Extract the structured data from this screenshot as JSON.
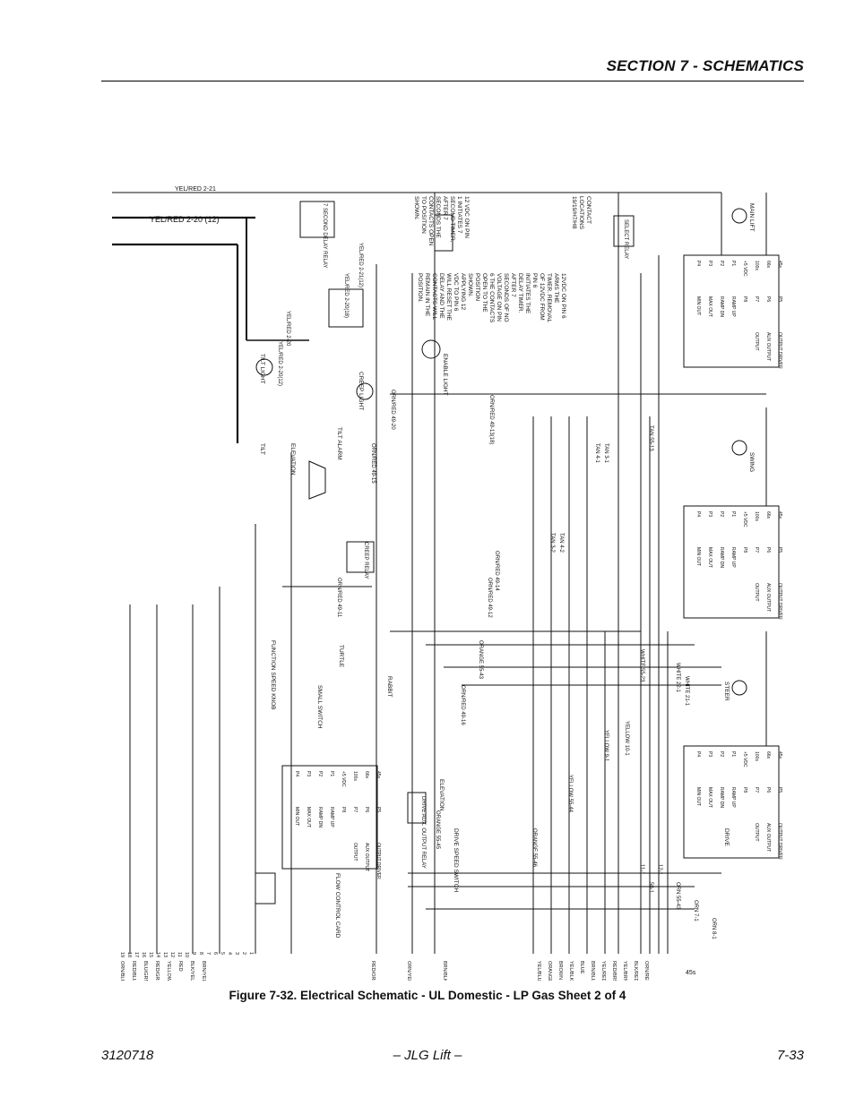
{
  "header": {
    "section_title": "SECTION 7 - SCHEMATICS"
  },
  "figure": {
    "caption": "Figure 7-32.  Electrical Schematic - UL Domestic - LP Gas Sheet 2 of 4",
    "top_wire_labels": [
      "YEL/RED 2-21",
      "YEL/RED 2-20 (12)"
    ],
    "relay_labels": [
      "7 SECOND DELAY RELAY",
      "SELECT RELAY",
      "CREEP RELAY",
      "DRIVE AUX. OUTPUT RELAY"
    ],
    "wire_labels": [
      "YEL/RED 2-21(12)",
      "YEL/RED 2-20(18)",
      "YEL/RED 2-20",
      "YEL/RED 2-20(12)",
      "ORN/RED 49-20",
      "ORN/RED 49-13(18)",
      "ORN/RED 49-15",
      "ORN/RED 49-11",
      "ORN/RED 49-14",
      "ORN/RED 49-12",
      "ORN/RED 49-16",
      "ORANGE 55-43",
      "ORANGE 55-45",
      "ORANGE 55-46",
      "WHITE 55-23",
      "WHITE 22-1",
      "WHITE 21-1",
      "YELLOW 9-1",
      "YELLOW 10-1",
      "YELLOW 55-44",
      "TAN 55-13",
      "TAN 3-2",
      "TAN 4-2",
      "TAN 3-1",
      "TAN 4-1",
      "ORN 55-43",
      "ORN 7-1",
      "ORN 8-1",
      "50-1",
      "11-1",
      "12-1"
    ],
    "function_labels": [
      "MAIN LIFT",
      "SWING",
      "STEER",
      "DRIVE",
      "TILT LIGHT",
      "CREEP LIGHT",
      "TILT ALARM",
      "ENABLE LIGHT",
      "TILT",
      "ELEVATION",
      "TURTLE",
      "RABBIT",
      "FUNCTION SPEED KNOB",
      "SMALL SWITCH",
      "FLOW CONTROL CARD",
      "ELEVATION",
      "DRIVE SPEED SWITCH"
    ],
    "notes": [
      "12 VDC ON PIN 1 INITIATES 7 SECOND TIMER, AFTER 7 SECONDS THE CONTACTS OPEN TO POSITION SHOWN.",
      "12VDC ON PIN 6 ARMS THE TIMER. REMOVAL OF 12VDC FROM PIN 6 INITIATES THE DELAY TIMER. AFTER 7 SECONDS OF NO VOLTAGE ON PIN 6 THE CONTACTS OPEN TO THE POSITION SHOWN. APPLYING 12 VDC TO PIN 6 WILL RESET THE DELAY AND THE CONTACTS WILL REMAIN IN THE POSITION.",
      "CONTACT LOCATIONS 19/19/H7/H8"
    ],
    "card_lines": [
      "45s",
      "66s",
      "100s",
      "+5 VDC",
      "P1",
      "P2",
      "P3",
      "P4",
      "P5",
      "P6",
      "P7",
      "P8",
      "RAMP UP",
      "RAMP DN",
      "MAX OUT",
      "MIN OUT",
      "OUTPUT DRIVER",
      "AUX OUTPUT",
      "OUTPUT"
    ],
    "connector_pins_left": [
      "19",
      "18",
      "17",
      "16",
      "15",
      "14",
      "13",
      "12",
      "11",
      "10",
      "9",
      "8",
      "7",
      "6",
      "5",
      "4",
      "3",
      "2",
      "1"
    ],
    "bottom_wire_colors_left": [
      "ORN/BLU",
      "RED/BLU",
      "BLU/GRN",
      "RED/GRN",
      "YELLOW",
      "RED",
      "BLK/YEL",
      "BRN/YEL"
    ],
    "bottom_wire_colors_mid": [
      "RED/ORN",
      "ORN/YEL",
      "BRN/BLK"
    ],
    "bottom_wire_colors_right": [
      "YEL/BLU",
      "ORANGE",
      "BROWN",
      "YEL/BLK",
      "BLUE",
      "BRN/BLU",
      "YEL/RED",
      "RED/BRN",
      "YEL/BRN",
      "BLK/RED",
      "ORN/RED"
    ]
  },
  "footer": {
    "doc_number": "3120718",
    "center_text": "– JLG Lift –",
    "page_number": "7-33"
  }
}
